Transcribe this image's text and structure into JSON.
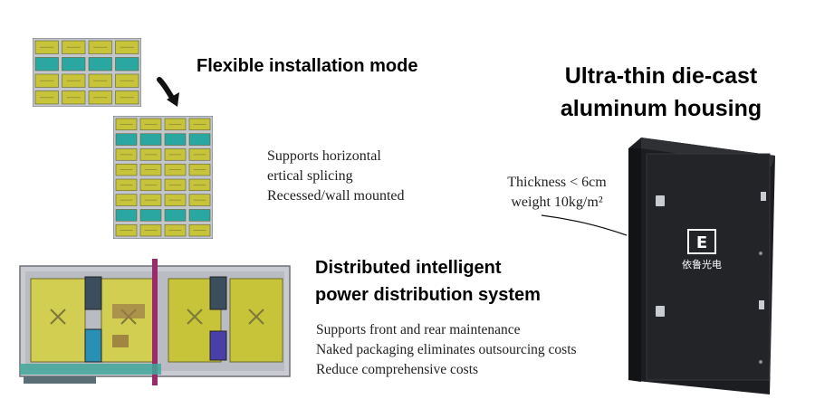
{
  "flex": {
    "title": "Flexible installation mode",
    "lines": [
      "Supports horizontal",
      "ertical splicing",
      "Recessed/wall mounted"
    ]
  },
  "housing": {
    "title_lines": [
      "Ultra-thin die-cast",
      "aluminum housing"
    ],
    "spec_lines": [
      "Thickness < 6cm",
      "weight 10kg/m²"
    ],
    "logo_text": "依鲁光电"
  },
  "power": {
    "title_lines": [
      "Distributed intelligent",
      "power distribution system"
    ],
    "lines": [
      "Supports front and rear maintenance",
      "Naked packaging eliminates outsourcing costs",
      "Reduce comprehensive costs"
    ]
  },
  "colors": {
    "module_yellow": "#c8c43a",
    "frame_gray": "#8e95a0",
    "connector_teal": "#2aa7a0",
    "cabinet_black": "#1e1f21"
  }
}
